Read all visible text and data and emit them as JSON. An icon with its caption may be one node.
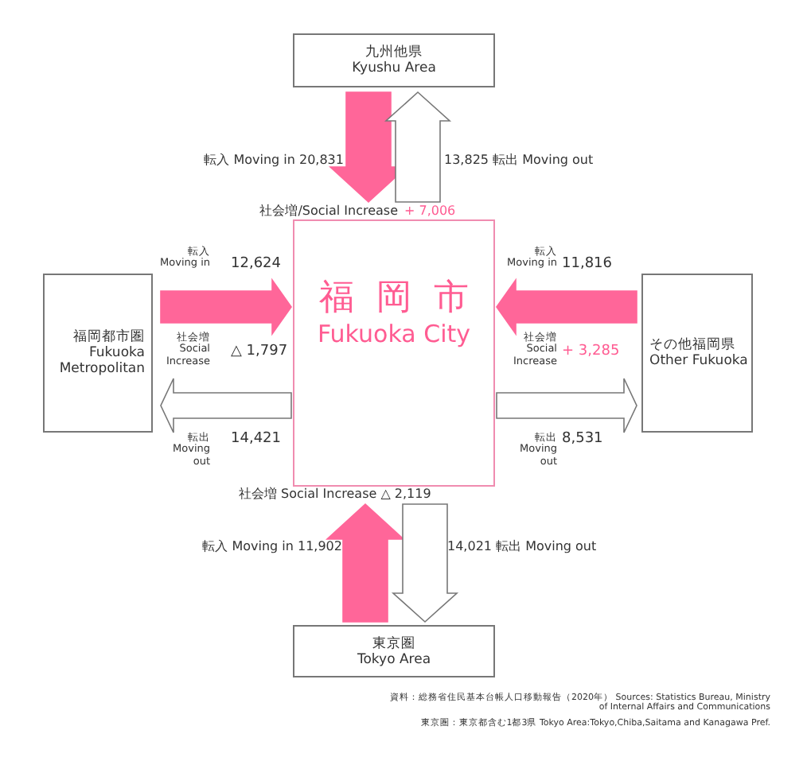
{
  "diagram": {
    "nodes": [
      {
        "text": [
          "九州他県",
          "Kyushu Area"
        ]
      },
      {
        "text": [
          "福岡都市圏",
          "Fukuoka Metropolitan"
        ]
      },
      {
        "text": [
          "福岡市",
          "Fukuoka City"
        ]
      },
      {
        "text": [
          "その他福岡県",
          "Other Fukuoka"
        ]
      },
      {
        "text": [
          "東京圏",
          "Tokyo Area"
        ]
      }
    ],
    "edges": [
      {
        "from": 0,
        "to": 2,
        "arrow": "to",
        "color": "#ff6699"
      },
      {
        "from": 2,
        "to": 0,
        "arrow": "to"
      },
      {
        "from": 1,
        "to": 2,
        "arrow": "to",
        "color": "#ff6699"
      },
      {
        "from": 2,
        "to": 1,
        "arrow": "to"
      },
      {
        "from": 3,
        "to": 2,
        "arrow": "to",
        "color": "#ff6699"
      },
      {
        "from": 2,
        "to": 3,
        "arrow": "to"
      },
      {
        "from": 4,
        "to": 2,
        "arrow": "to",
        "color": "#ff6699"
      },
      {
        "from": 2,
        "to": 4,
        "arrow": "to"
      }
    ],
    "labels": [
      "転入 Moving in 20,831",
      "13,825 転出 Moving out",
      "社会増/Social Increase",
      "+ 7,006",
      "転入 Moving in",
      "12,624",
      "社会増 Social Increase",
      "△ 1,797",
      "転出 Moving out",
      "14,421",
      "転入 Moving in",
      "11,816",
      "社会増 Social Increase",
      "+ 3,285",
      "転出 Moving out",
      "8,531",
      "社会増 Social Increase △ 2,119",
      "転入 Moving in 11,902",
      "14,021 転出 Moving out",
      "資料：総務省住民基本台帳人口移動報告（2020年） Sources: Statistics Bureau, Ministry of Internal Affairs and Communications",
      "東京圏：東京都含む1都3県 Tokyo Area:Tokyo,Chiba,Saitama and Kanagawa Pref."
    ]
  }
}
